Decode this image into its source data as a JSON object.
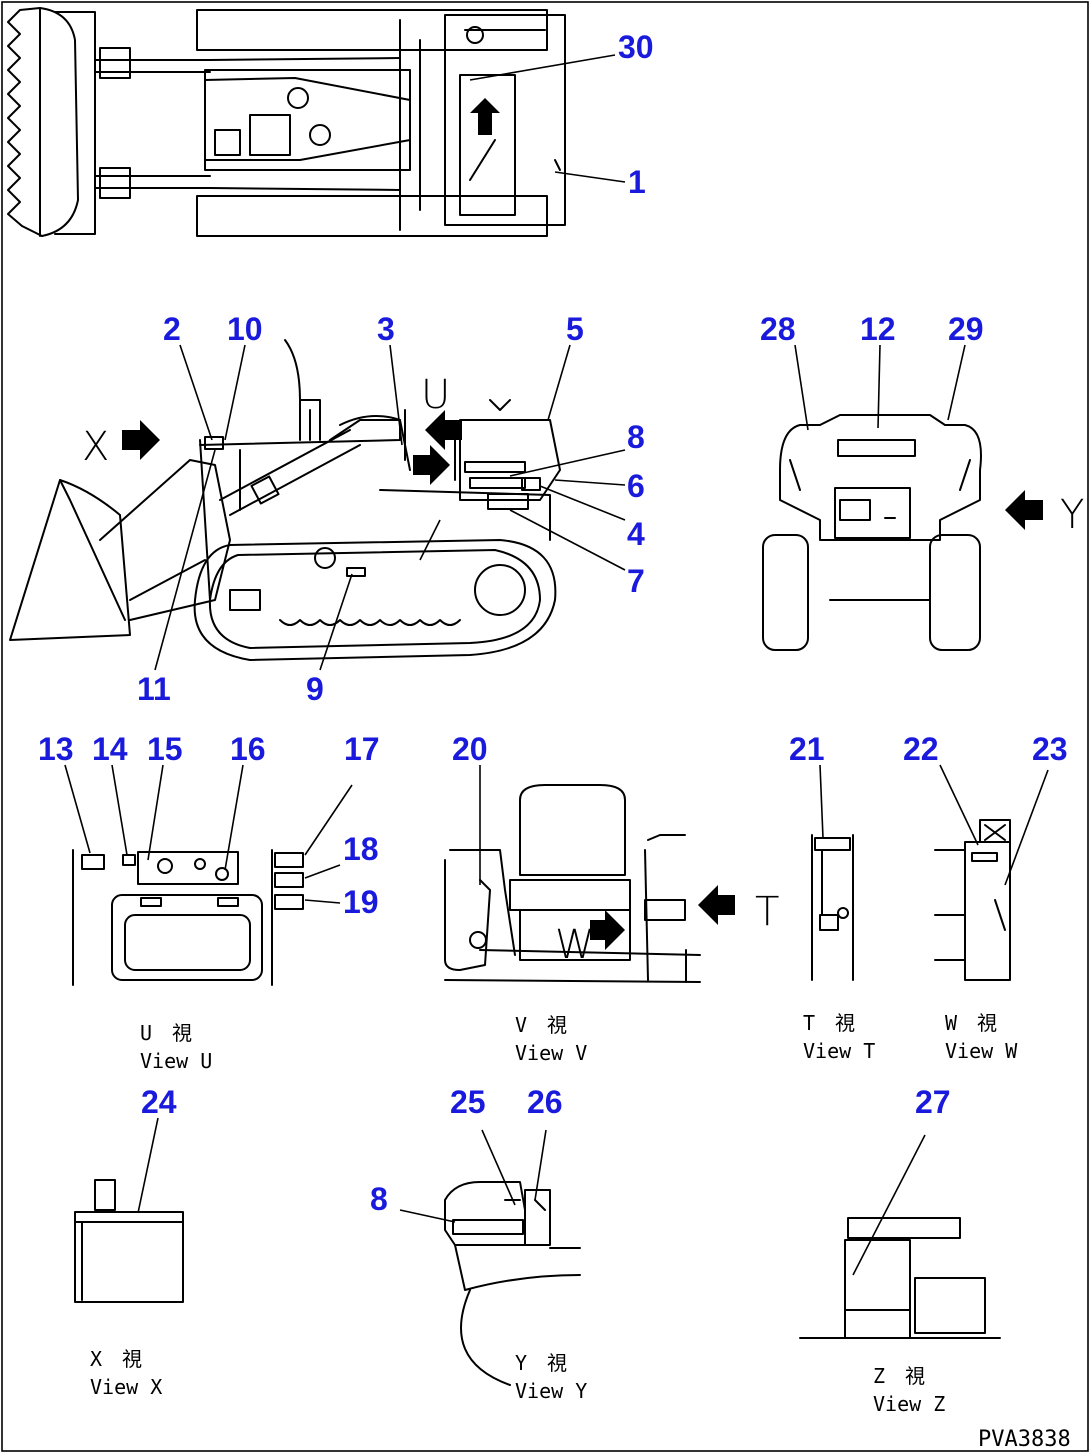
{
  "callouts": {
    "c1": "1",
    "c2": "2",
    "c3": "3",
    "c4": "4",
    "c5": "5",
    "c6": "6",
    "c7": "7",
    "c8": "8",
    "c9": "9",
    "c10": "10",
    "c11": "11",
    "c12": "12",
    "c13": "13",
    "c14": "14",
    "c15": "15",
    "c16": "16",
    "c17": "17",
    "c18": "18",
    "c19": "19",
    "c20": "20",
    "c21": "21",
    "c22": "22",
    "c23": "23",
    "c24": "24",
    "c25": "25",
    "c26": "26",
    "c27": "27",
    "c28": "28",
    "c29": "29",
    "c30": "30",
    "c8b": "8"
  },
  "arrow_labels": {
    "x": "X",
    "y": "Y",
    "t": "T",
    "w": "W",
    "u": "U"
  },
  "views": {
    "u": {
      "jp": "U　視",
      "en": "View U"
    },
    "v": {
      "jp": "V　視",
      "en": "View V"
    },
    "t": {
      "jp": "T　視",
      "en": "View T"
    },
    "w": {
      "jp": "W　視",
      "en": "View W"
    },
    "x": {
      "jp": "X　視",
      "en": "View X"
    },
    "y": {
      "jp": "Y　視",
      "en": "View Y"
    },
    "z": {
      "jp": "Z　視",
      "en": "View Z"
    }
  },
  "drawing_code": "PVA3838",
  "colors": {
    "callout": "#1a1adc",
    "line": "#000000",
    "background": "#ffffff"
  }
}
